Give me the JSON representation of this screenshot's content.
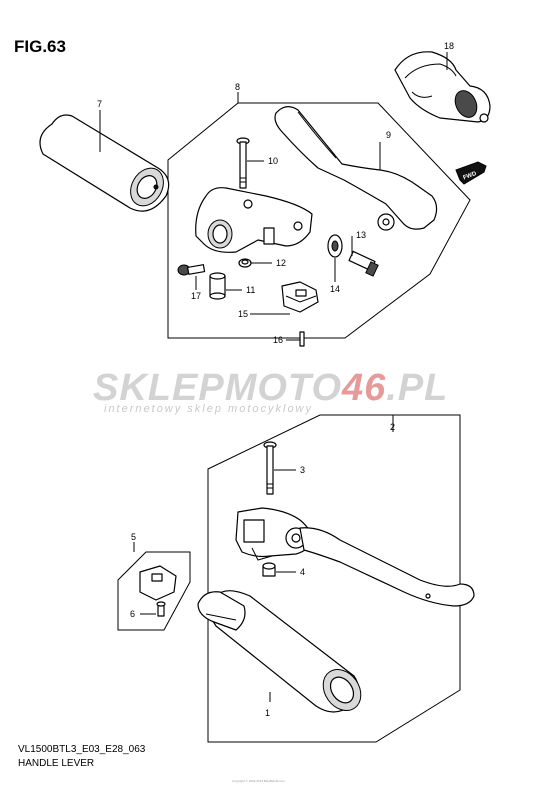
{
  "figure": {
    "title": "FIG.63",
    "model_code": "VL1500BTL3_E03_E28_063",
    "caption": "HANDLE LEVER",
    "fine_print": "Copyright © 2002-2013 BikeBandit.com"
  },
  "watermark": {
    "brand_a": "SKLEP",
    "brand_b": "MOTO",
    "brand_c": "46",
    "brand_d": ".PL",
    "tagline": "internetowy sklep motocyklowy",
    "colors": {
      "grey": "#d3d3d3",
      "red": "#e79a9a"
    }
  },
  "fwd_marker": "FWD",
  "callouts": [
    "1",
    "2",
    "3",
    "4",
    "5",
    "6",
    "7",
    "8",
    "9",
    "10",
    "11",
    "12",
    "13",
    "14",
    "15",
    "16",
    "17",
    "18"
  ]
}
